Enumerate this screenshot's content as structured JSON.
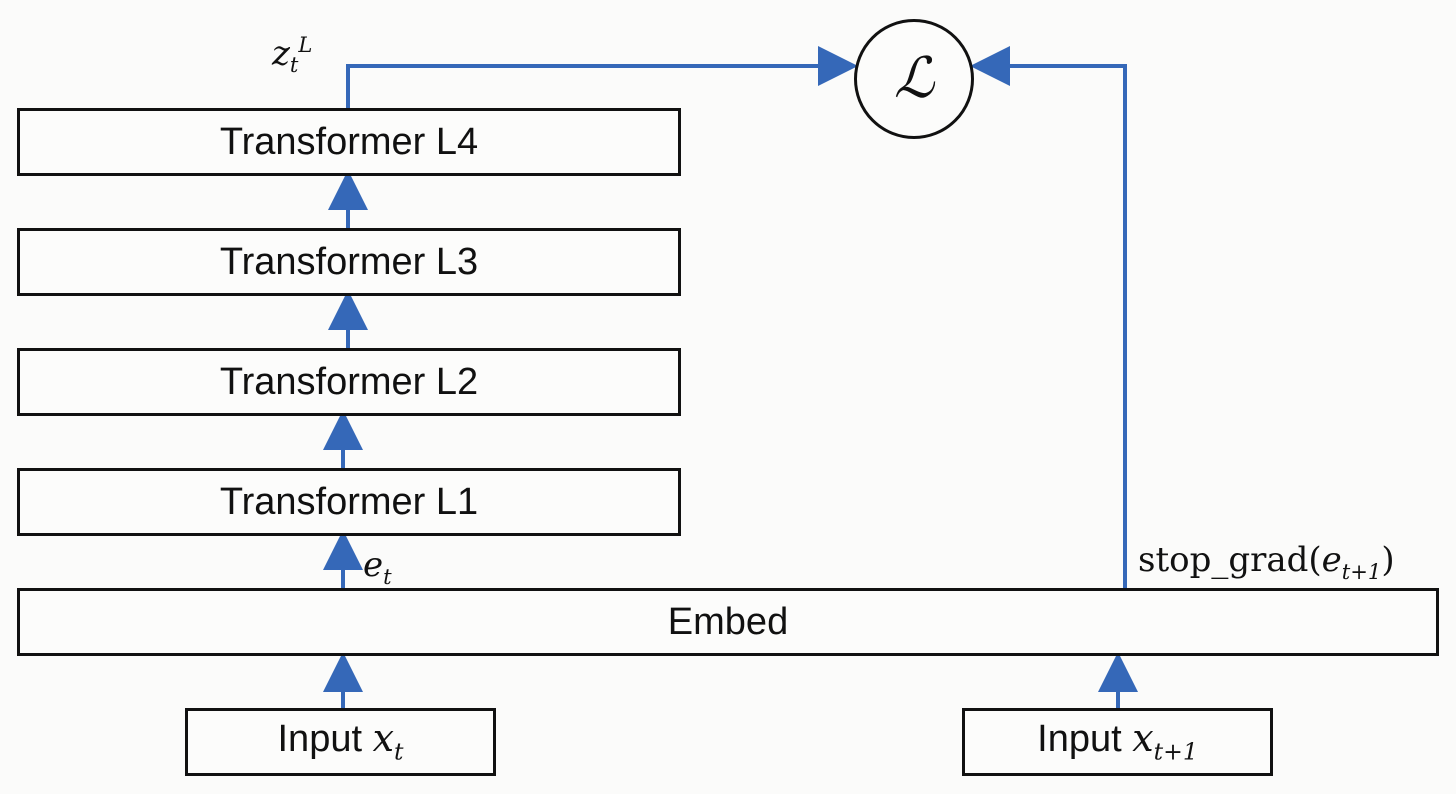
{
  "diagram": {
    "loss_symbol": "ℒ",
    "transformer_layers": [
      {
        "label": "Transformer L4"
      },
      {
        "label": "Transformer L3"
      },
      {
        "label": "Transformer L2"
      },
      {
        "label": "Transformer L1"
      }
    ],
    "embed_label": "Embed",
    "inputs": {
      "left_prefix": "Input ",
      "left_var": "x",
      "left_sub": "t",
      "right_prefix": "Input ",
      "right_var": "x",
      "right_sub": "t+1"
    },
    "labels": {
      "z_base": "z",
      "z_sub": "t",
      "z_sup": "L",
      "e_base": "e",
      "e_sub": "t",
      "stop_grad_prefix": "stop_grad(",
      "stop_grad_var": "e",
      "stop_grad_sub": "t+1",
      "stop_grad_suffix": ")"
    },
    "colors": {
      "arrow": "#3568b8",
      "box_border": "#111111",
      "background": "#fbfbfa"
    }
  }
}
